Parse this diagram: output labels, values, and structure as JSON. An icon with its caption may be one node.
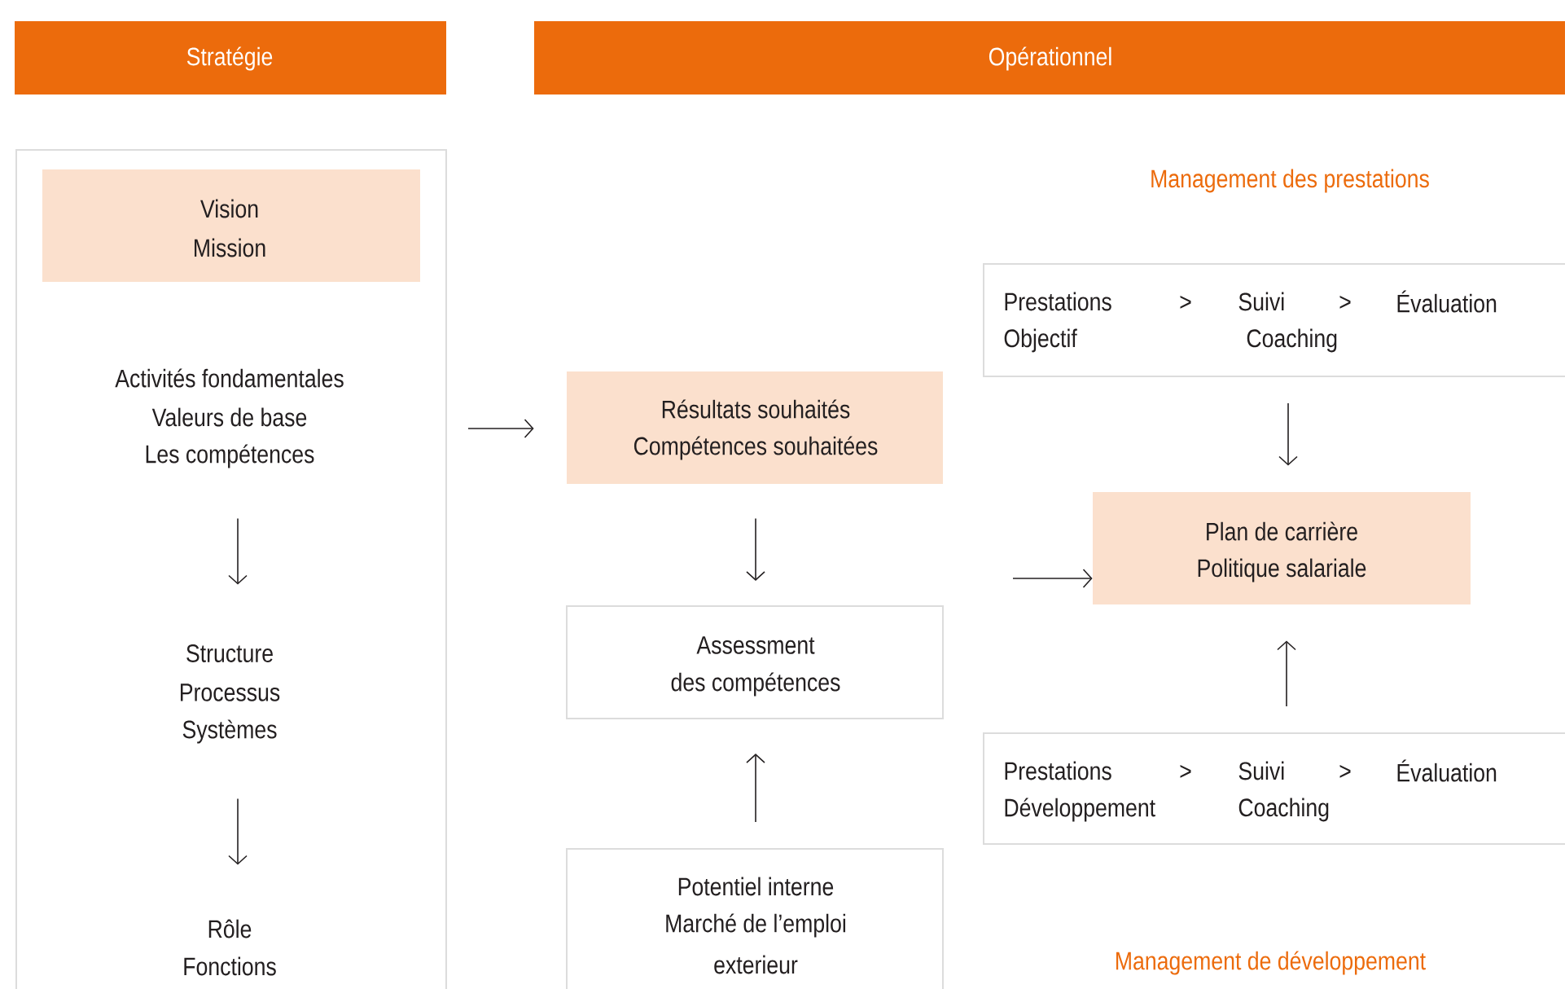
{
  "diagram": {
    "nodes": [
      {
        "text": [
          "Stratégie"
        ]
      },
      {
        "text": [
          "Opérationnel"
        ]
      },
      {
        "text": [],
        "shape": "box"
      },
      {
        "text": [
          "Vision",
          "Mission"
        ],
        "in": 2
      },
      {
        "text": [
          "Activités fondamentales",
          "Valeurs de base",
          "Les compétences"
        ],
        "in": 2
      },
      {
        "text": [
          "Structure",
          "Processus",
          "Systèmes"
        ],
        "in": 2
      },
      {
        "text": [
          "Rôle",
          "Fonctions"
        ],
        "in": 2
      },
      {
        "text": [
          "Résultats souhaités",
          "Compétences souhaitées"
        ]
      },
      {
        "text": [
          "Assessment",
          "des compétences"
        ]
      },
      {
        "text": [
          "Potentiel interne",
          "Marché de l’emploi",
          "exterieur"
        ]
      },
      {
        "text": [
          "Management des prestations",
          "Prestations",
          ">",
          "Suivi",
          ">",
          "Évaluation",
          "Objectif",
          "Coaching"
        ]
      },
      {
        "text": [
          "Plan de carrière",
          "Politique salariale"
        ]
      },
      {
        "text": [
          "Prestations",
          ">",
          "Suivi",
          ">",
          "Évaluation",
          "Développement",
          "Coaching",
          "Management de développement"
        ]
      }
    ],
    "edges": [
      {
        "from": 4,
        "to": 5,
        "arrow": "to"
      },
      {
        "from": 5,
        "to": 6,
        "arrow": "to"
      },
      {
        "from": 2,
        "to": 7,
        "arrow": "to"
      },
      {
        "from": 7,
        "to": 8,
        "arrow": "to"
      },
      {
        "from": 9,
        "to": 8,
        "arrow": "to"
      },
      {
        "from": null,
        "to": 11,
        "arrow": "to"
      },
      {
        "from": 10,
        "to": 11,
        "arrow": "to"
      },
      {
        "from": 12,
        "to": 11,
        "arrow": "to"
      }
    ]
  }
}
